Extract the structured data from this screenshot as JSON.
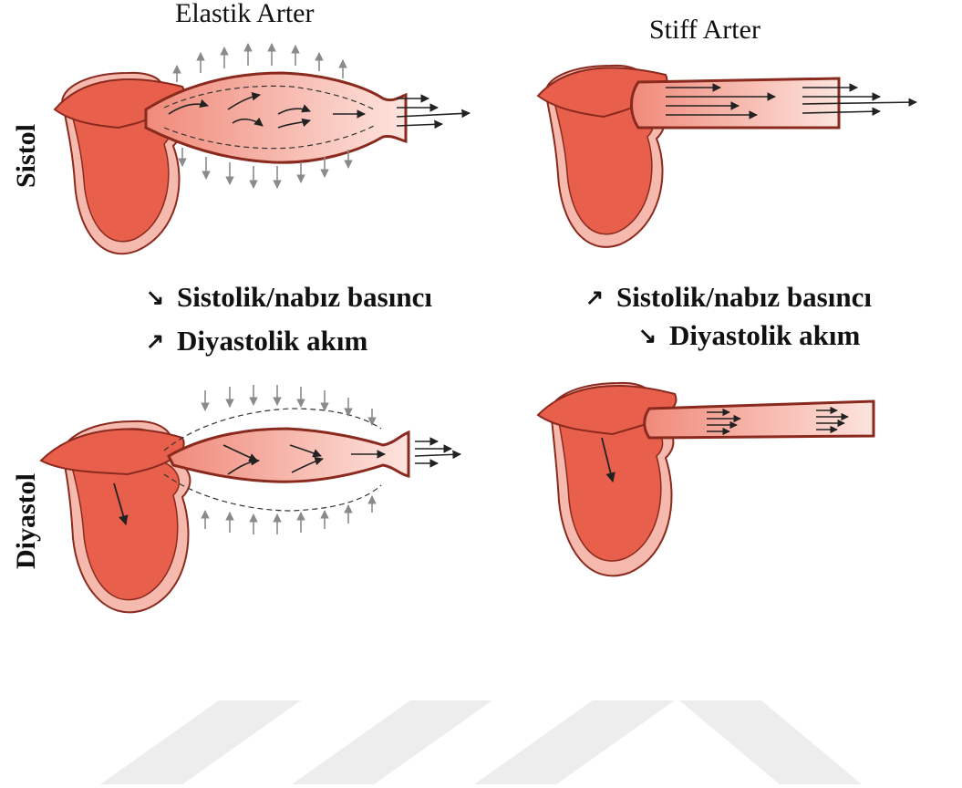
{
  "titles": {
    "elastic": "Elastik Arter",
    "stiff": "Stiff Arter"
  },
  "rows": {
    "systole": "Sistol",
    "diastole": "Diyastol"
  },
  "effects": {
    "elastic": [
      {
        "arrow": "↘",
        "text": "Sistolik/nabız basıncı"
      },
      {
        "arrow": "↗",
        "text": "Diyastolik akım"
      }
    ],
    "stiff": [
      {
        "arrow": "↗",
        "text": "Sistolik/nabız basıncı"
      },
      {
        "arrow": "↘",
        "text": "Diyastolik akım"
      }
    ]
  },
  "colors": {
    "heart": "#e8604c",
    "heart_outline": "#8a2a1e",
    "pericardium": "#f4b3a8",
    "vessel_lumen": "#fbd6cf",
    "watermark": "#ececec"
  }
}
